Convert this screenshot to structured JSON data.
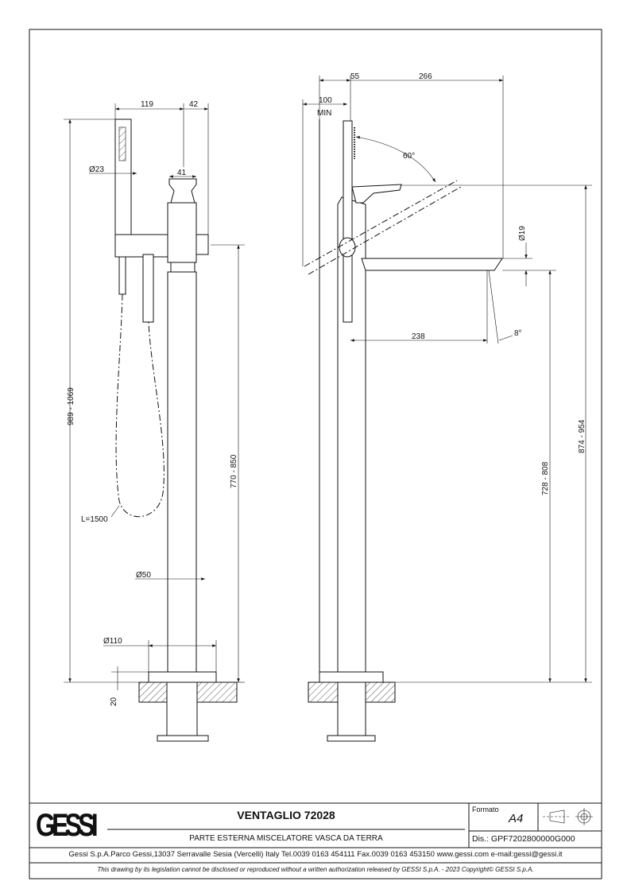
{
  "title_block": {
    "logo": "GESSI",
    "product_name": "VENTAGLIO 72028",
    "description": "PARTE ESTERNA MISCELATORE VASCA DA TERRA",
    "format_label": "Formato",
    "format_value": "A4",
    "drawing_number": "Dis.: GPF7202800000G000",
    "address": "Gessi S.p.A.Parco Gessi,13037 Serravalle Sesia (Vercelli) Italy Tel.0039 0163 454111 Fax.0039 0163 453150 www.gessi.com e-mail:gessi@gessi.it",
    "copyright": "This drawing by its legislation cannot be disclosed or reproduced without a written authorization released by GESSI S.p.A. - 2023 Copyright© GESSI S.p.A."
  },
  "front_view": {
    "dim_119": "119",
    "dim_42": "42",
    "dim_41": "41",
    "dim_d23": "Ø23",
    "dim_height_total": "989 - 1069",
    "dim_height_outlet": "770 - 850",
    "hose_length": "L=1500",
    "dim_d50": "Ø50",
    "dim_d110": "Ø110",
    "dim_20": "20"
  },
  "side_view": {
    "dim_55": "55",
    "dim_266": "266",
    "dim_100": "100",
    "dim_min": "MIN",
    "angle_60": "60°",
    "dim_d19": "Ø19",
    "dim_238": "238",
    "angle_8": "8°",
    "dim_874_954": "874 - 954",
    "dim_728_808": "728 - 808"
  }
}
